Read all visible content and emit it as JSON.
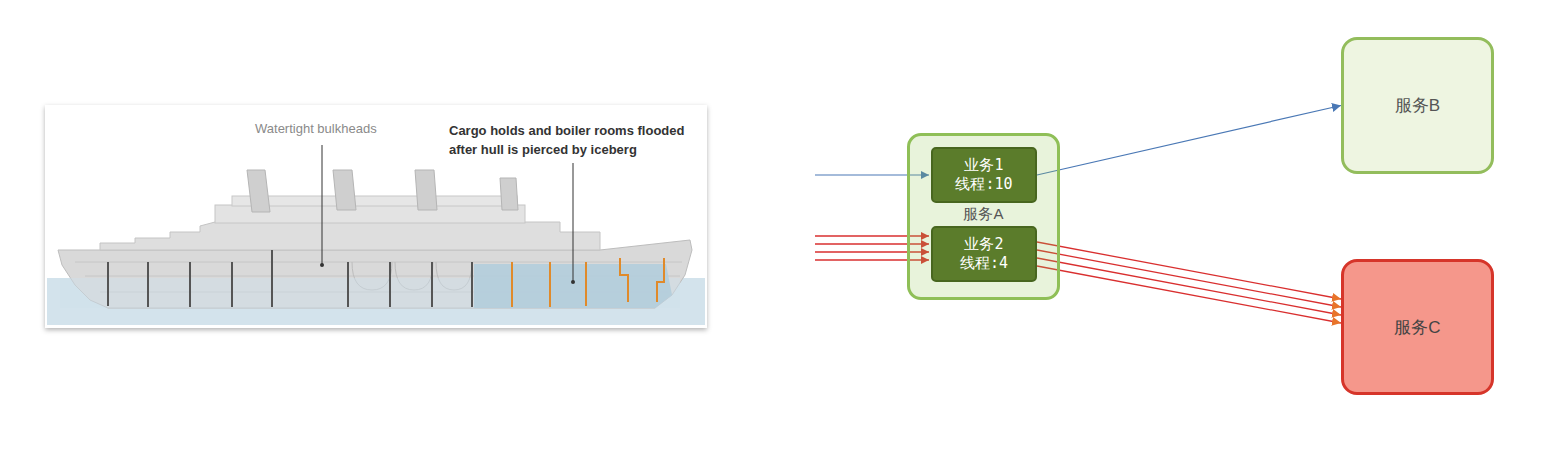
{
  "diagram": {
    "nodes": [
      {
        "text": [
          "服务A"
        ]
      },
      {
        "text": [
          "业务1",
          "线程:10"
        ],
        "in": 0
      },
      {
        "text": [
          "业务2",
          "线程:4"
        ],
        "in": 0
      },
      {
        "text": [
          "服务B"
        ]
      },
      {
        "text": [
          "服务C"
        ]
      }
    ],
    "edges": [
      {
        "from": 1,
        "to": 3,
        "arrow": "to"
      },
      {
        "from": 2,
        "to": 4,
        "arrow": "to"
      },
      {
        "from": 2,
        "to": 4,
        "arrow": "to"
      },
      {
        "from": 2,
        "to": 4,
        "arrow": "to"
      },
      {
        "from": 2,
        "to": 4,
        "arrow": "to"
      }
    ],
    "labels": [
      "Watertight bulkheads",
      "Cargo holds and boiler rooms flooded after hull is pierced by iceberg"
    ]
  }
}
